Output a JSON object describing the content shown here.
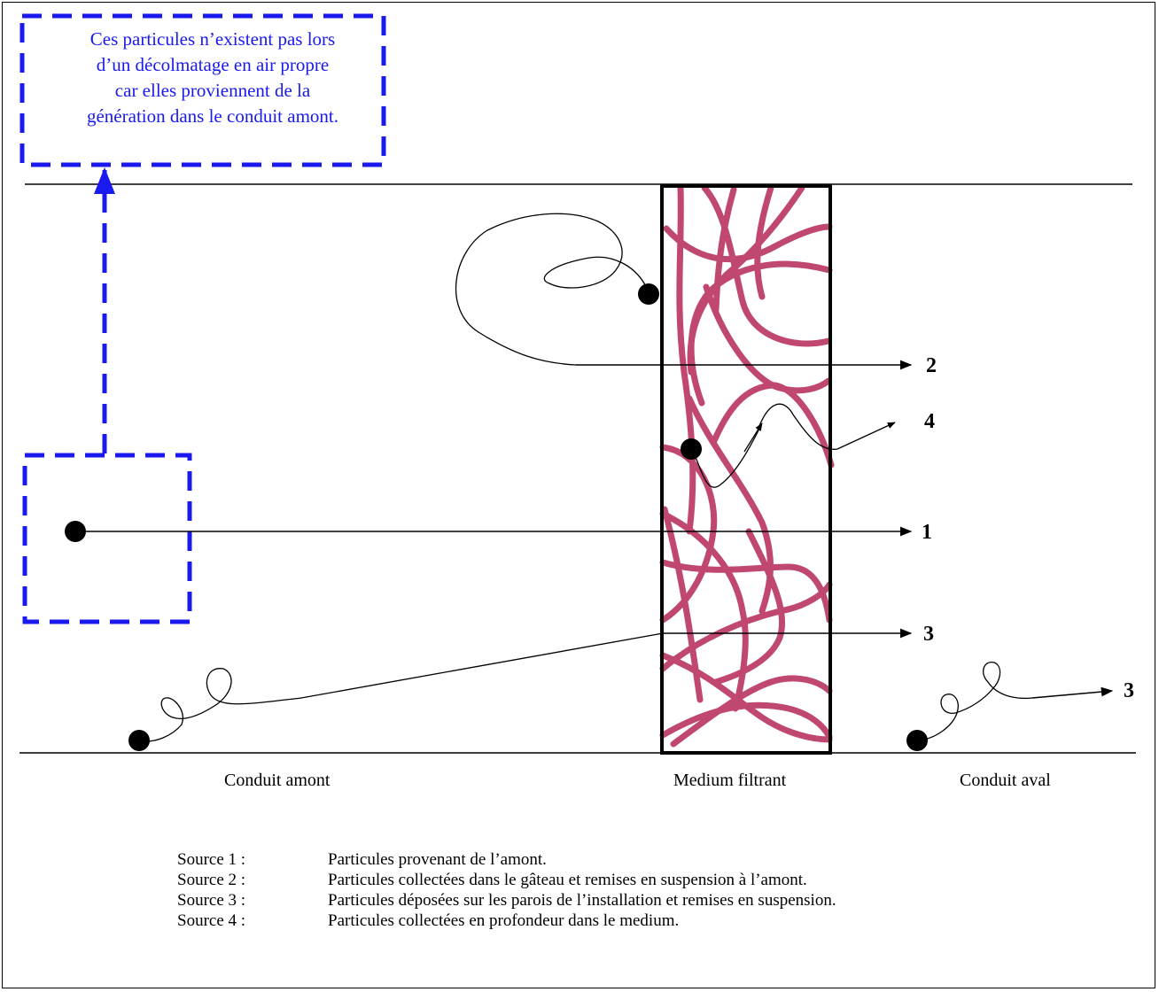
{
  "note": {
    "lines": [
      "Ces particules n’existent pas lors",
      "d’un décolmatage en air propre",
      "car elles proviennent de la",
      "génération dans le conduit amont."
    ]
  },
  "arrow_labels": {
    "a1": "1",
    "a2": "2",
    "a3_filter": "3",
    "a3_downstream": "3",
    "a4": "4"
  },
  "regions": {
    "upstream": "Conduit amont",
    "medium": "Medium filtrant",
    "downstream": "Conduit aval"
  },
  "legend": [
    {
      "key": "Source 1 :",
      "text": "Particules provenant de l’amont."
    },
    {
      "key": "Source 2 :",
      "text": "Particules collectées dans le gâteau et remises en suspension à l’amont."
    },
    {
      "key": "Source 3 :",
      "text": "Particules déposées sur les parois de l’installation et remises en suspension."
    },
    {
      "key": "Source 4 :",
      "text": "Particules collectées en profondeur dans le medium."
    }
  ],
  "colors": {
    "note": "#1a1aee",
    "dashed_box": "#1a1aee",
    "fiber": "#c0476f",
    "line": "#000000"
  }
}
